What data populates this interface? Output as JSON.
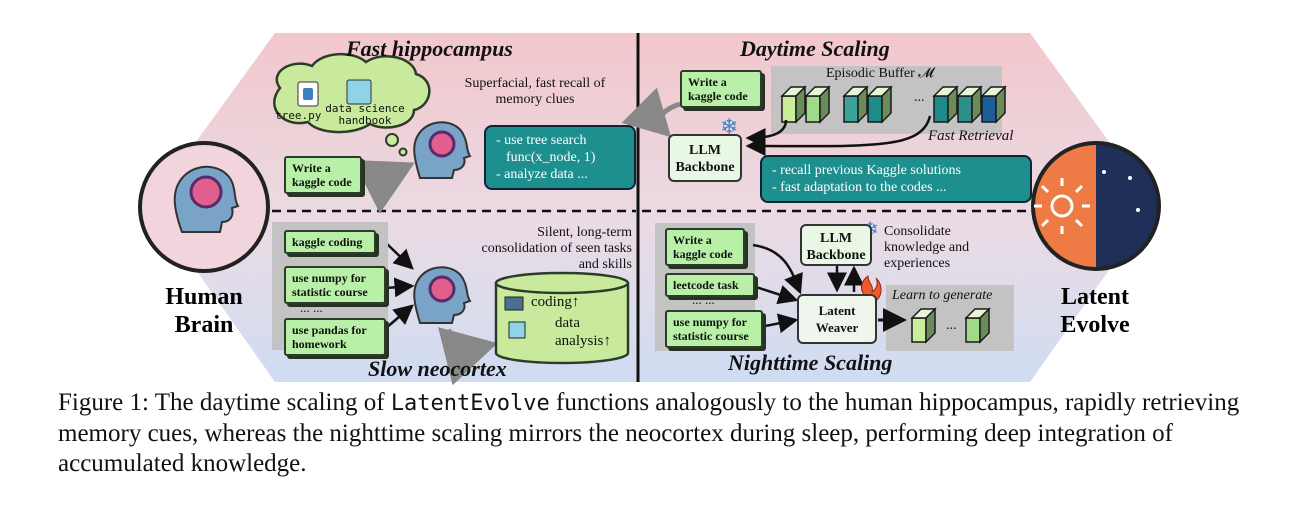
{
  "left_panel": {
    "top_title": "Fast hippocampus",
    "cloud": {
      "file_label": "tree.py",
      "book_label": "data science handbook"
    },
    "recall_caption": "Superfacial, fast recall of memory clues",
    "task_card": "Write a kaggle code",
    "thought_items": [
      "- use tree search",
      "func(x_node, 1)",
      "- analyze data ..."
    ],
    "consolidation_caption": "Silent, long-term consolidation of seen tasks and skills",
    "cards": [
      "kaggle coding",
      "use numpy for statistic course",
      "use pandas for homework"
    ],
    "ellipsis": "...  ...",
    "skills": [
      "coding↑",
      "data analysis↑"
    ],
    "bottom_title": "Slow neocortex"
  },
  "right_panel": {
    "top_title": "Daytime Scaling",
    "buffer_label": "Episodic Buffer 𝓜",
    "buffer_ellipsis": "...",
    "task_card": "Write a kaggle code",
    "llm_label": "LLM Backbone",
    "retrieval_label": "Fast Retrieval",
    "recall_items": [
      "- recall previous Kaggle solutions",
      "- fast adaptation to the codes ..."
    ],
    "night_cards": [
      "Write a kaggle code",
      "leetcode task",
      "use numpy for statistic course"
    ],
    "night_ellipsis": "...  ...",
    "night_llm_label": "LLM Backbone",
    "consolidate_caption": "Consolidate knowledge and experiences",
    "weaver_label": "Latent Weaver",
    "generate_label": "Learn to generate",
    "generate_ellipsis": "...",
    "bottom_title": "Nighttime Scaling"
  },
  "side_labels": {
    "left": "Human Brain",
    "right": "Latent Evolve"
  },
  "caption": {
    "prefix": "Figure 1: The daytime scaling of ",
    "code": "LatentEvolve",
    "suffix": " functions analogously to the human hippocampus, rapidly retrieving memory cues, whereas the nighttime scaling mirrors the neocortex during sleep, performing deep integration of accumulated knowledge."
  },
  "colors": {
    "card_green": "#b9f0a8",
    "teal": "#1d8f8f",
    "night_blue": "#1f2f57",
    "sun_orange": "#ee7a45"
  }
}
